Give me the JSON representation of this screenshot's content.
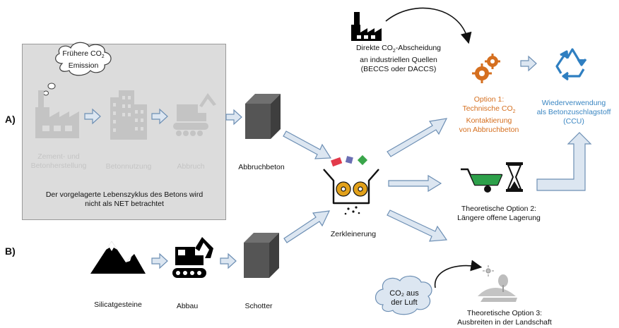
{
  "rows": {
    "a": "A)",
    "b": "B)"
  },
  "lifecycle": {
    "cloud_text_1": "Frühere CO",
    "cloud_sub": "2",
    "cloud_text_2": "Emission",
    "step1": "Zement- und Betonherstellung",
    "step2": "Betonnutzung",
    "step3": "Abbruch",
    "note": "Der vorgelagerte Lebenszyklus des Betons wird nicht als NET betrachtet"
  },
  "labels": {
    "abbruchbeton": "Abbruchbeton",
    "zerkleinerung": "Zerkleinerung",
    "silicat": "Silicatgesteine",
    "abbau": "Abbau",
    "schotter": "Schotter"
  },
  "capture": {
    "line1_pre": "Direkte CO",
    "line1_sub": "2",
    "line1_post": "-Abscheidung",
    "line2": "an industriellen Quellen",
    "line3": "(BECCS oder DACCS)"
  },
  "option1": {
    "line1": "Option 1:",
    "line2_pre": "Technische CO",
    "line2_sub": "2",
    "line3": "Kontaktierung",
    "line4": "von Abbruchbeton"
  },
  "reuse": {
    "line1": "Wiederverwendung",
    "line2": "als Betonzuschlagstoff",
    "line3": "(CCU)"
  },
  "option2": {
    "line1": "Theoretische Option 2:",
    "line2": "Längere offene  Lagerung"
  },
  "option3": {
    "cloud1": "CO₂ aus",
    "cloud2": "der Luft",
    "line1": "Theoretische Option 3:",
    "line2": "Ausbreiten in der Landschaft"
  },
  "colors": {
    "arrow_fill": "#dce6f1",
    "arrow_stroke": "#6d8fb4",
    "option_orange": "#d56f1f",
    "reuse_blue": "#3a86c2",
    "panel_gray": "#dcdcdc"
  }
}
